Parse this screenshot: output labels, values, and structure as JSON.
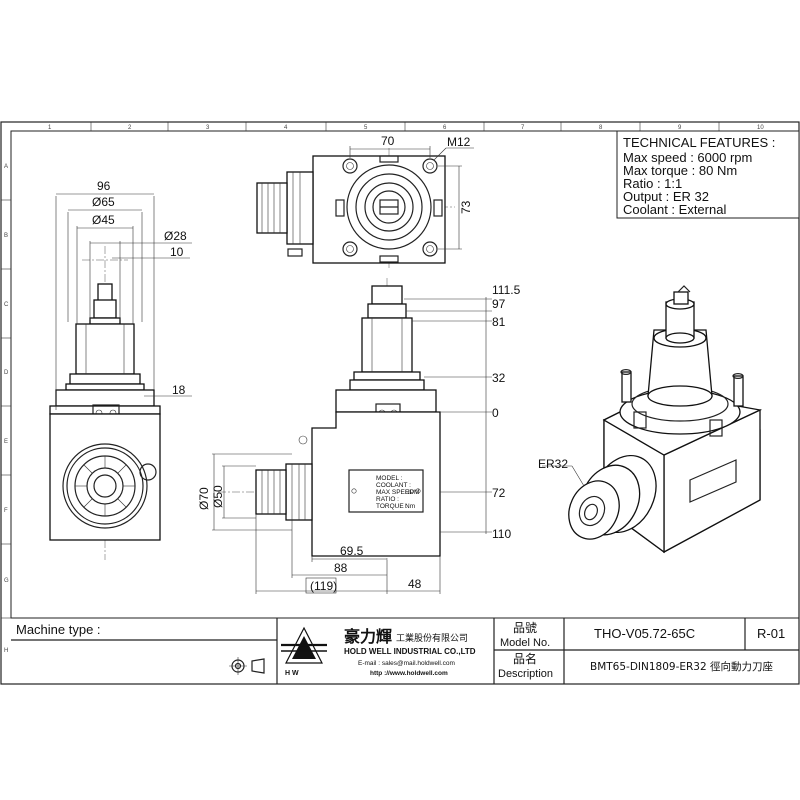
{
  "technical_features": {
    "heading": "TECHNICAL FEATURES :",
    "lines": [
      "Max speed : 6000 rpm",
      "Max torque : 80 Nm",
      "Ratio : 1:1",
      "Output : ER 32",
      "Coolant : External"
    ]
  },
  "grid": {
    "columns": [
      "1",
      "2",
      "3",
      "4",
      "5",
      "6",
      "7",
      "8",
      "9",
      "10"
    ],
    "rows": [
      "A",
      "B",
      "C",
      "D",
      "E",
      "F",
      "G",
      "H"
    ]
  },
  "dimensions": {
    "top_view": {
      "width": "70",
      "height": "73",
      "thread": "M12"
    },
    "front_view": {
      "d96": "96",
      "d65": "Ø65",
      "d45": "Ø45",
      "d28": "Ø28",
      "d10": "10",
      "d18": "18"
    },
    "side_view": {
      "h111": "111.5",
      "h97": "97",
      "h81": "81",
      "h32": "32",
      "h0": "0",
      "h72": "72",
      "h110": "110",
      "d70": "Ø70",
      "d50": "Ø50",
      "w69": "69.5",
      "w88": "88",
      "w119": "(119)",
      "w48": "48"
    },
    "iso_label": "ER32"
  },
  "title_block": {
    "machine_type_label": "Machine type :",
    "company_cn": "豪力輝",
    "company_cn_suffix": "工業股份有限公司",
    "company_en": "HOLD WELL INDUSTRIAL CO.,LTD",
    "email": "E-mail : sales@mail.holdwell.com",
    "website": "http ://www.holdwell.com",
    "model_label_cn": "品號",
    "model_label_en": "Model No.",
    "model_value": "THO-V05.72-65C",
    "revision": "R-01",
    "desc_label_cn": "品名",
    "desc_label_en": "Description",
    "desc_value": "BMT65-DIN1809-ER32 徑向動力刀座"
  },
  "nameplate": {
    "lines": [
      "MODEL :",
      "COOLANT :",
      "MAX SPEED :",
      "RATIO :",
      "TORQUE :"
    ],
    "suffixes": [
      "",
      "",
      "RPM",
      "",
      "Nm"
    ]
  },
  "colors": {
    "line": "#222222",
    "paper": "#ffffff"
  }
}
